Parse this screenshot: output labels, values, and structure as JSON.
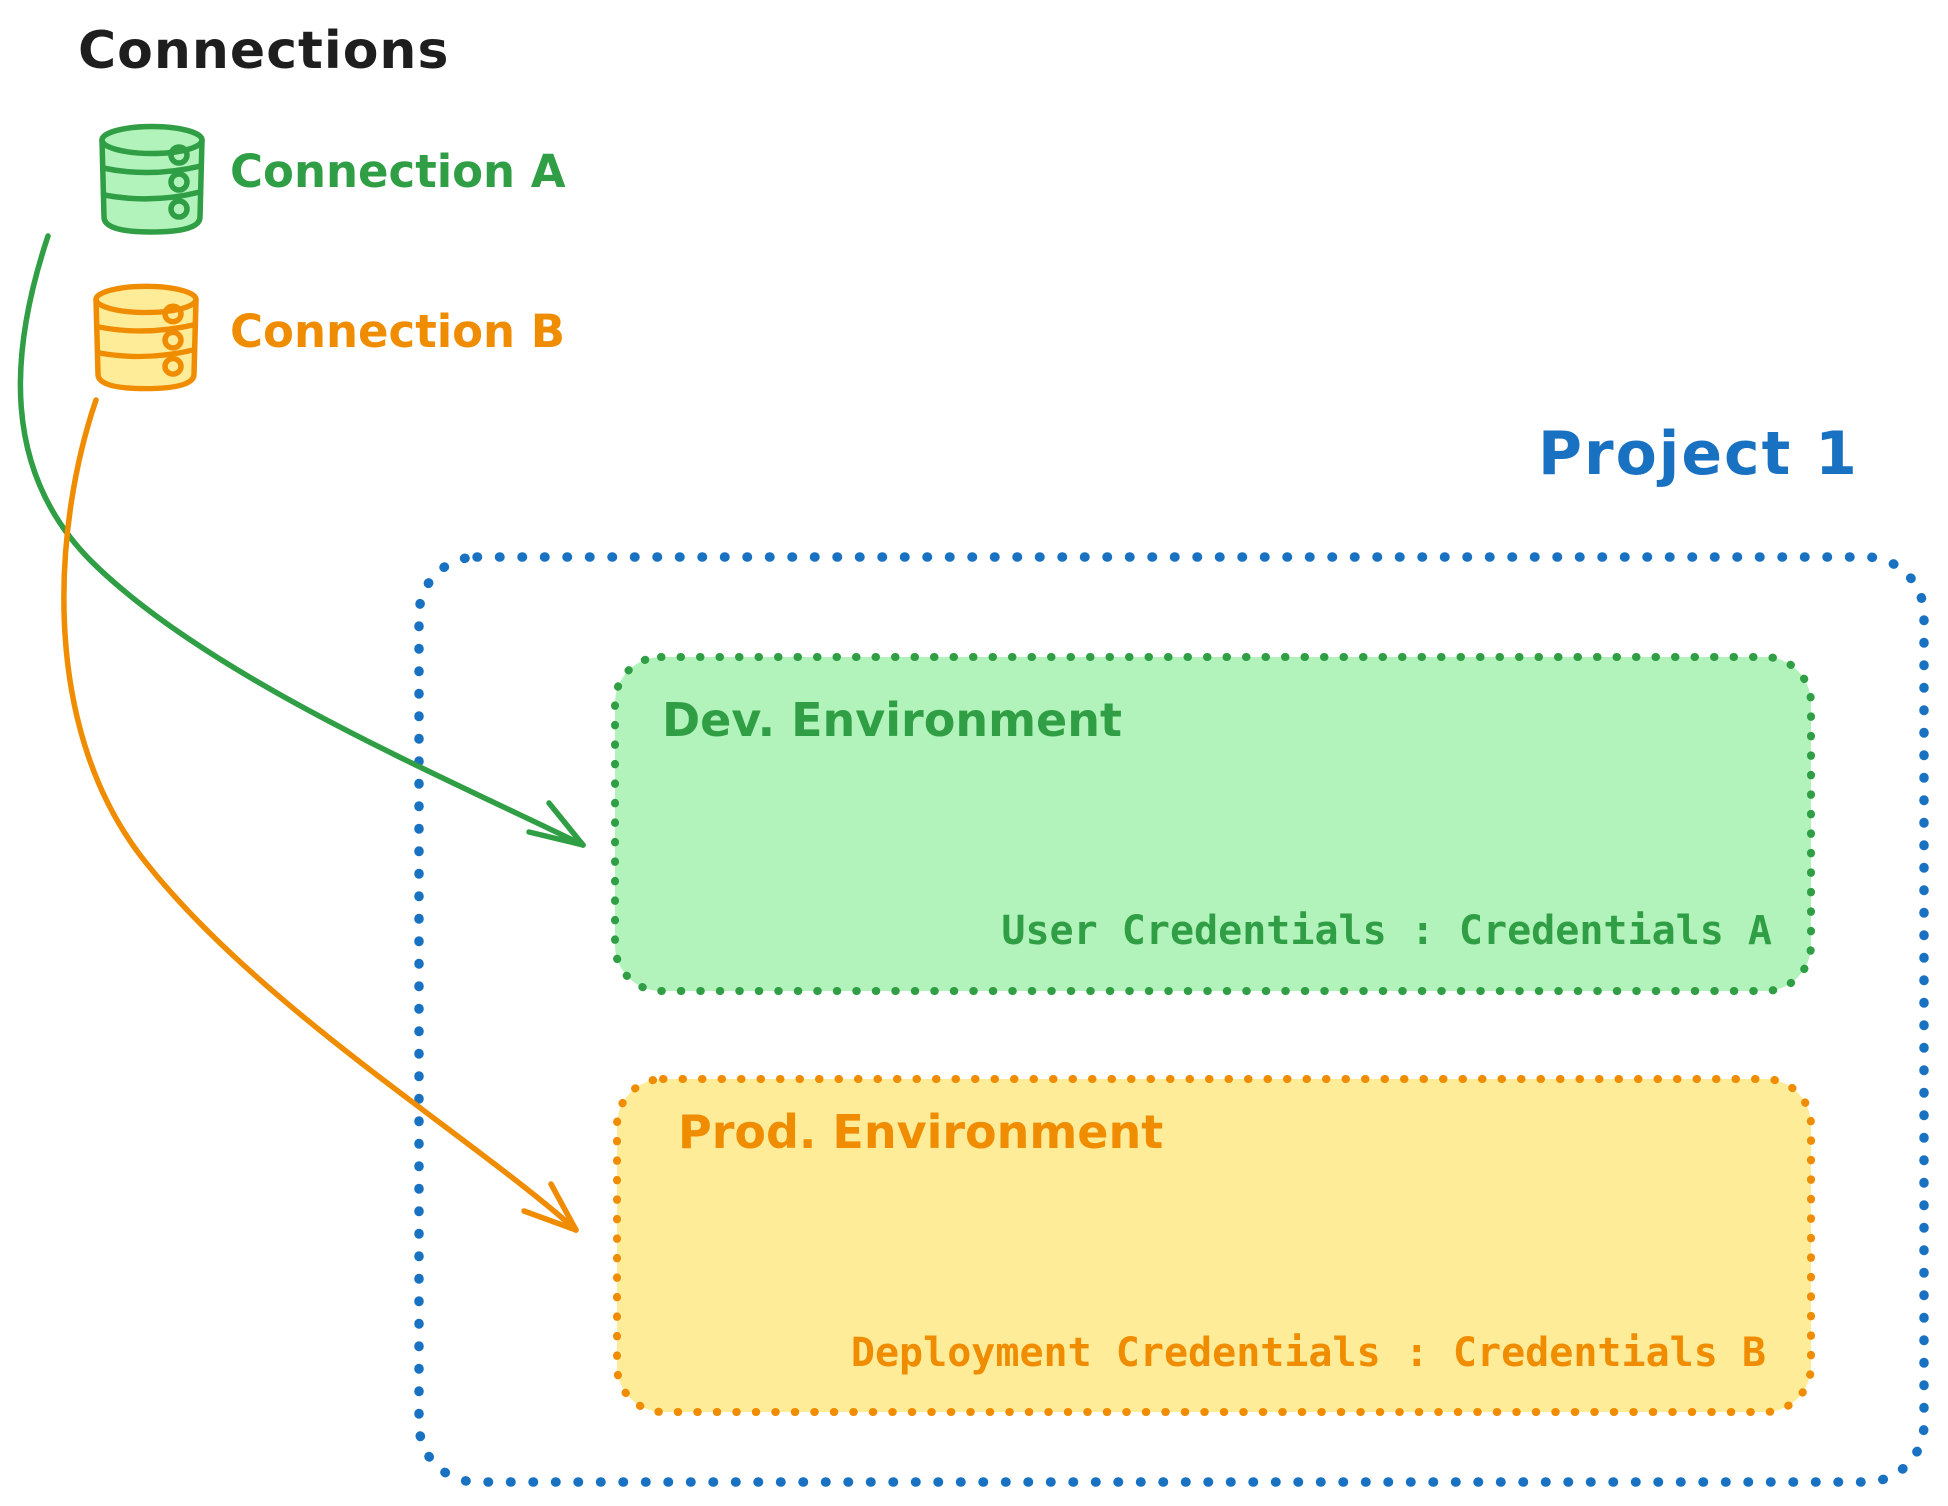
{
  "title": "Connections",
  "connections": [
    {
      "label": "Connection A",
      "icon": "database-icon",
      "color": "#2f9e44",
      "fill": "#b2f2bb"
    },
    {
      "label": "Connection B",
      "icon": "database-icon",
      "color": "#f08c00",
      "fill": "#ffec99"
    }
  ],
  "project": {
    "title": "Project 1",
    "border_color": "#1971c2",
    "environments": [
      {
        "name": "Dev. Environment",
        "credentials": "User Credentials : Credentials A",
        "color": "#2f9e44",
        "fill": "#b2f2bb",
        "linked_connection": "Connection A"
      },
      {
        "name": "Prod. Environment",
        "credentials": "Deployment Credentials : Credentials B",
        "color": "#f08c00",
        "fill": "#ffec99",
        "linked_connection": "Connection B"
      }
    ]
  },
  "colors": {
    "ink": "#1e1e1e",
    "green": "#2f9e44",
    "green_fill": "#b2f2bb",
    "orange": "#f08c00",
    "orange_fill": "#ffec99",
    "blue": "#1971c2",
    "background": "#ffffff"
  }
}
